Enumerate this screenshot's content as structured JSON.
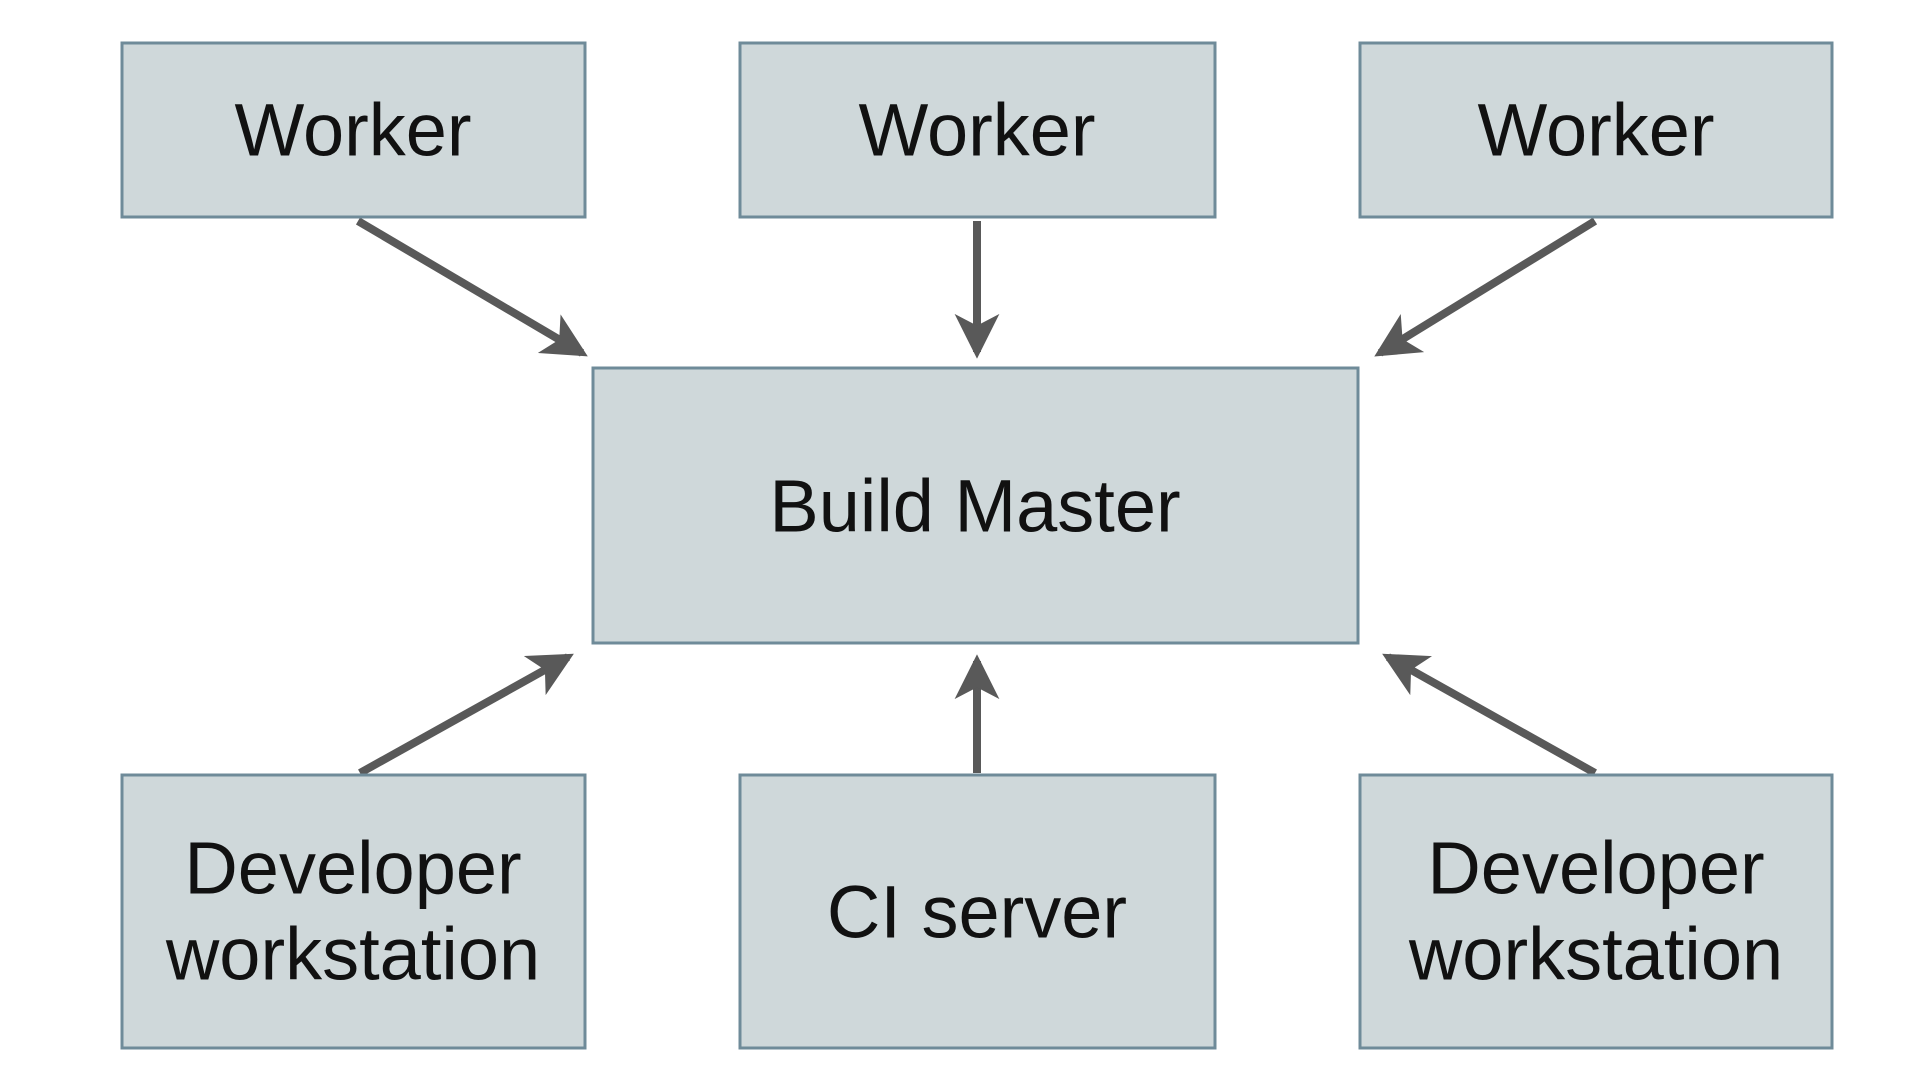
{
  "diagram": {
    "type": "architecture-flow",
    "background": "#ffffff",
    "colors": {
      "node_fill": "#cfd8da",
      "node_border": "#6f8b99",
      "arrow": "#595959",
      "text": "#111111"
    },
    "nodes": [
      {
        "id": "worker-1",
        "label": "Worker"
      },
      {
        "id": "worker-2",
        "label": "Worker"
      },
      {
        "id": "worker-3",
        "label": "Worker"
      },
      {
        "id": "build-master",
        "label": "Build Master"
      },
      {
        "id": "developer-workstation-left",
        "label": "Developer workstation",
        "line1": "Developer",
        "line2": "workstation"
      },
      {
        "id": "ci-server",
        "label": "CI server"
      },
      {
        "id": "developer-workstation-right",
        "label": "Developer workstation",
        "line1": "Developer",
        "line2": "workstation"
      }
    ],
    "edges": [
      {
        "from": "worker-1",
        "to": "build-master",
        "direction": "into-build-master"
      },
      {
        "from": "worker-2",
        "to": "build-master",
        "direction": "into-build-master"
      },
      {
        "from": "worker-3",
        "to": "build-master",
        "direction": "into-build-master"
      },
      {
        "from": "developer-workstation-left",
        "to": "build-master",
        "direction": "into-build-master"
      },
      {
        "from": "ci-server",
        "to": "build-master",
        "direction": "into-build-master"
      },
      {
        "from": "developer-workstation-right",
        "to": "build-master",
        "direction": "into-build-master"
      }
    ]
  }
}
